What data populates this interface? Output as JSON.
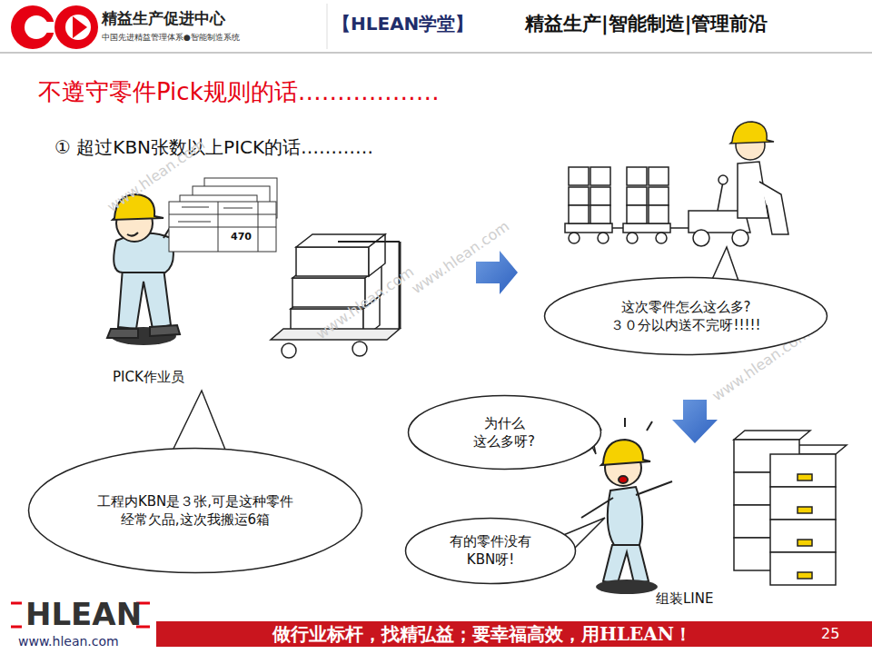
{
  "diagram": {
    "title": "不遵守零件Pick规则的话………………",
    "nodes": [
      {
        "text": [
          "这次零件怎么这么多? ３０分以内送不完呀!!!!!"
        ]
      },
      {
        "text": [
          "工程内KBN是３张,可是这种零件经常欠品,这次我搬运6箱"
        ]
      },
      {
        "text": [
          "为什么 这么多呀?"
        ]
      },
      {
        "text": [
          "有的零件没有 KBN呀!"
        ]
      }
    ],
    "labels": [
      "精益生产促进中心",
      "中国先进精益管理体系●智能制造系统",
      "【HLEAN学堂】",
      "精益生产|智能制造|管理前沿",
      "① 超过KBN张数以上PICK的话…………",
      "470",
      "PICK作业员",
      "组装LINE",
      "www.hlean.com",
      "www.hlean.com",
      "www.hlean.com",
      "www.hlean.com",
      "HLEAN",
      "www.hlean.com",
      "做行业标杆，找精弘益；要幸福高效，用HLEAN！",
      "25"
    ]
  }
}
